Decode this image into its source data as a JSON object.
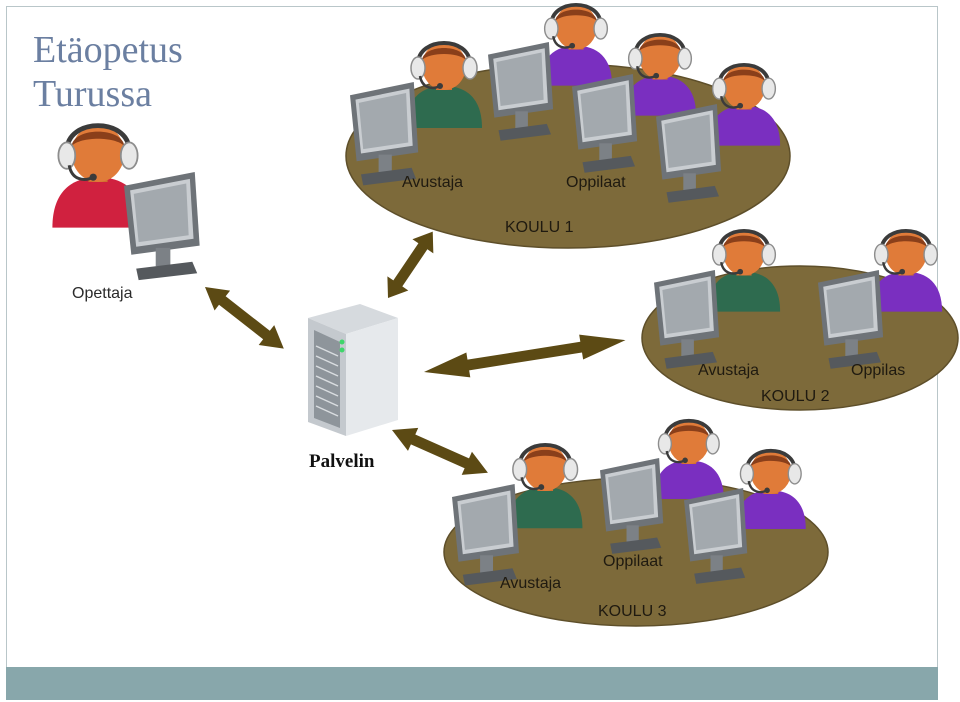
{
  "title": {
    "line1": "Etäopetus",
    "line2": "Turussa"
  },
  "teacher": {
    "label": "Opettaja"
  },
  "server": {
    "label": "Palvelin"
  },
  "school1": {
    "name": "KOULU 1",
    "assistant_label": "Avustaja",
    "students_label": "Oppilaat"
  },
  "school2": {
    "name": "KOULU 2",
    "assistant_label": "Avustaja",
    "students_label": "Oppilas"
  },
  "school3": {
    "name": "KOULU 3",
    "assistant_label": "Avustaja",
    "students_label": "Oppilaat"
  },
  "colors": {
    "disk": "#7d6a3a",
    "disk_edge": "#5e4f2a",
    "arrow": "#5c4a14",
    "teacher_shirt": "#d0213f",
    "assistant_shirt": "#2e6b4f",
    "student_shirt": "#7a2fc0",
    "skin": "#e07b39",
    "hair": "#8a3f1a",
    "monitor": "#9aa0a6",
    "footer": "#88a7ab",
    "title": "#6b7fa1"
  }
}
